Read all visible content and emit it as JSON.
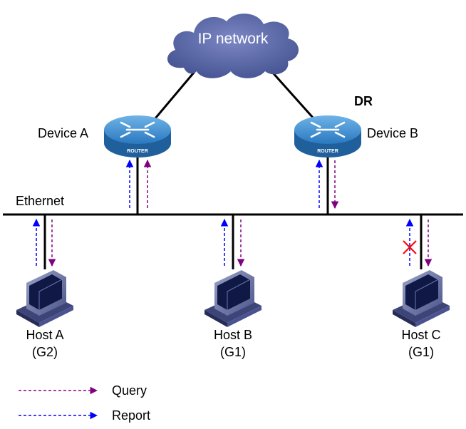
{
  "cloud": {
    "label": "IP network"
  },
  "routers": [
    {
      "id": "device-a",
      "label": "Device A",
      "tag": "ROUTER"
    },
    {
      "id": "device-b",
      "label": "Device B",
      "tag": "ROUTER",
      "role": "DR"
    }
  ],
  "segment": {
    "label": "Ethernet"
  },
  "hosts": [
    {
      "id": "host-a",
      "name": "Host A",
      "group": "(G2)"
    },
    {
      "id": "host-b",
      "name": "Host B",
      "group": "(G1)"
    },
    {
      "id": "host-c",
      "name": "Host C",
      "group": "(G1)",
      "report_suppressed": true
    }
  ],
  "legend": {
    "query": {
      "label": "Query",
      "color": "#800080"
    },
    "report": {
      "label": "Report",
      "color": "#0000ff"
    }
  },
  "colors": {
    "cloud": "#5b6aa8",
    "router_body": "#1f5f9c",
    "link": "#000000",
    "cross": "#ff0000"
  }
}
